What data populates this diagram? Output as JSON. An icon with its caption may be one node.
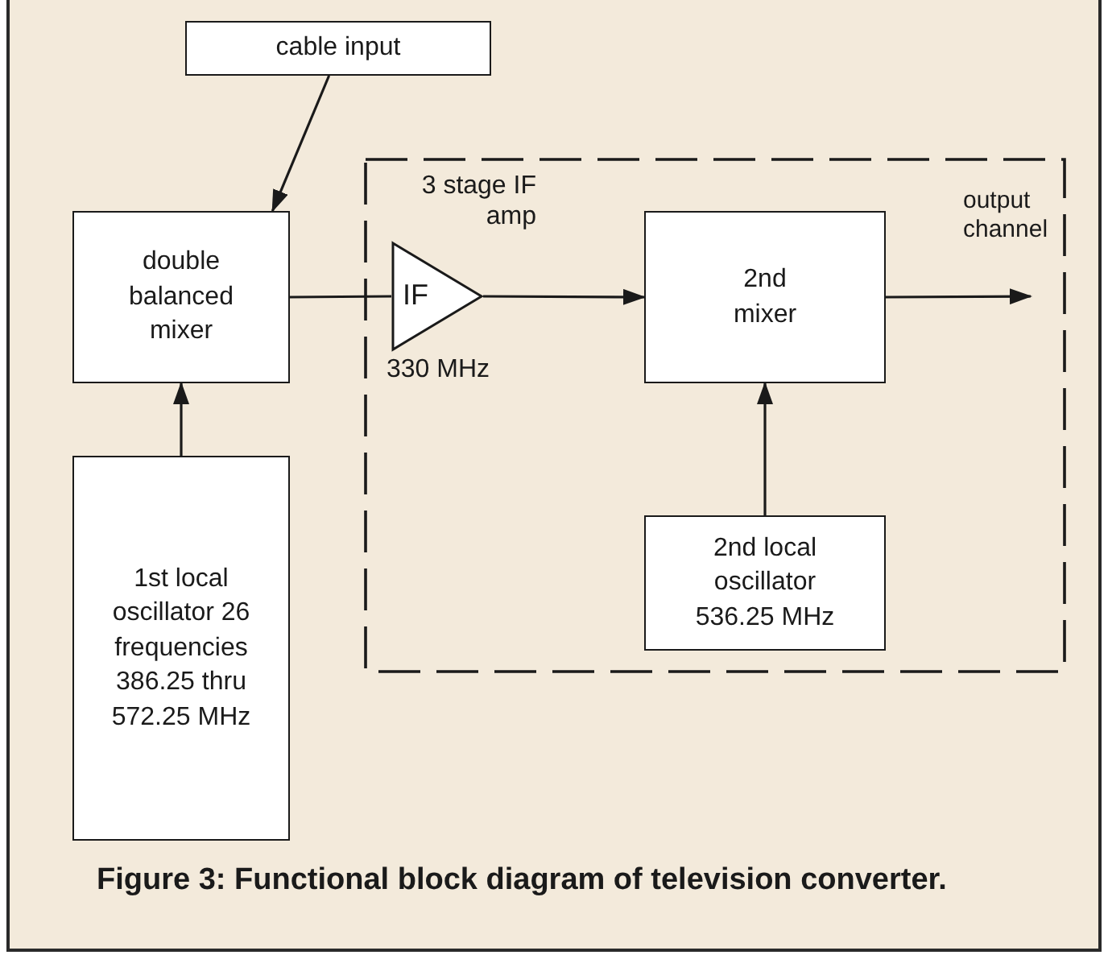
{
  "diagram": {
    "caption": "Figure 3: Functional block diagram of television converter.",
    "nodes": [
      {
        "text": [
          "cable input"
        ]
      },
      {
        "text": [
          "double balanced mixer"
        ]
      },
      {
        "text": [],
        "shape": "box"
      },
      {
        "text": [
          "IF"
        ],
        "beside": [
          "3 stage IF amp",
          "330 MHz"
        ],
        "in": 2
      },
      {
        "text": [
          "2nd mixer"
        ],
        "in": 2
      },
      {
        "text": [
          "1st local oscillator 26 frequencies 386.25 thru 572.25 MHz"
        ]
      },
      {
        "text": [
          "2nd local oscillator 536.25 MHz"
        ],
        "in": 2
      }
    ],
    "edges": [
      {
        "from": 0,
        "to": 1,
        "arrow": "to"
      },
      {
        "from": 1,
        "to": 3,
        "arrow": "none"
      },
      {
        "from": 3,
        "to": 4,
        "arrow": "to"
      },
      {
        "from": 5,
        "to": 1,
        "arrow": "to"
      },
      {
        "from": 6,
        "to": 4,
        "arrow": "to"
      },
      {
        "from": 4,
        "to": null,
        "arrow": "to",
        "label": "output channel"
      }
    ]
  }
}
